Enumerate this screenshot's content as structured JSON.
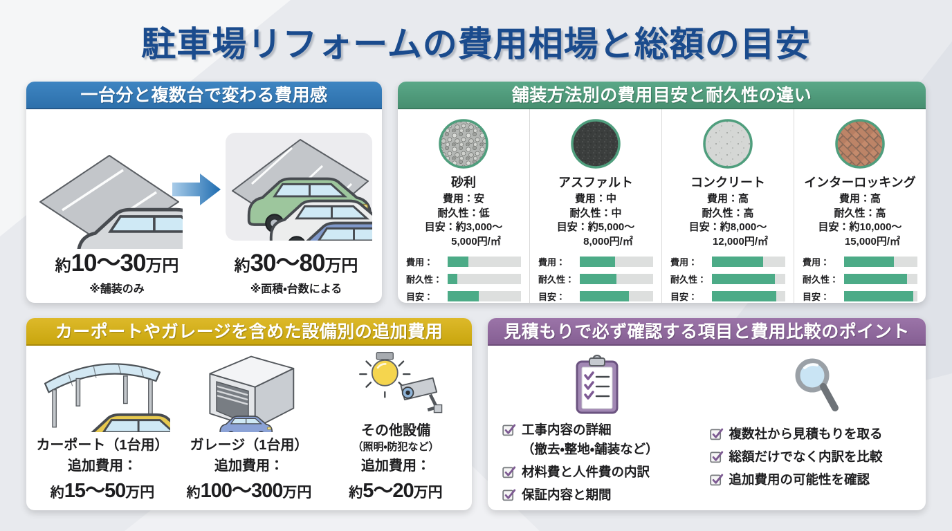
{
  "title": "駐車場リフォームの費用相場と総額の目安",
  "colors": {
    "title_text": "#1a4b8d",
    "panel_cost_header": "#2f77b5",
    "panel_paving_header": "#4f9e7d",
    "panel_equipment_header": "#d2ae17",
    "panel_estimate_header": "#90689d",
    "bar_fill": "#4cab87",
    "bar_track": "#dddfde",
    "checkmark": "#7d5a92",
    "arrow_blue": "#1e6cb0"
  },
  "panels": {
    "cost_by_count": {
      "header": "一台分と複数台で変わる費用感",
      "single": {
        "approx": "約",
        "range": "10〜30",
        "unit": "万円",
        "note": "※舗装のみ"
      },
      "multiple": {
        "approx": "約",
        "range": "30〜80",
        "unit": "万円",
        "note": "※面積・台数による"
      }
    },
    "paving": {
      "header": "舗装方法別の費用目安と耐久性の違い",
      "bar_labels": {
        "cost": "費用：",
        "durability": "耐久性：",
        "guide": "目安："
      },
      "types": [
        {
          "name": "砂利",
          "cost": "費用：安",
          "durability": "耐久性：低",
          "guide1": "目安：約3,000〜",
          "guide2": "5,000円/㎡",
          "bars": {
            "cost": 28,
            "durability": 13,
            "guide": 42
          }
        },
        {
          "name": "アスファルト",
          "cost": "費用：中",
          "durability": "耐久性：中",
          "guide1": "目安：約5,000〜",
          "guide2": "8,000円/㎡",
          "bars": {
            "cost": 48,
            "durability": 50,
            "guide": 67
          }
        },
        {
          "name": "コンクリート",
          "cost": "費用：高",
          "durability": "耐久性：高",
          "guide1": "目安：約8,000〜",
          "guide2": "12,000円/㎡",
          "bars": {
            "cost": 70,
            "durability": 86,
            "guide": 88
          }
        },
        {
          "name": "インターロッキング",
          "cost": "費用：高",
          "durability": "耐久性：高",
          "guide1": "目安：約10,000〜",
          "guide2": "15,000円/㎡",
          "bars": {
            "cost": 68,
            "durability": 86,
            "guide": 94
          }
        }
      ]
    },
    "equipment": {
      "header": "カーポートやガレージを含めた設備別の追加費用",
      "fee_label": "追加費用：",
      "items": [
        {
          "name": "カーポート（1台用）",
          "approx": "約",
          "range": "15〜50",
          "unit": "万円"
        },
        {
          "name": "ガレージ（1台用）",
          "approx": "約",
          "range": "100〜300",
          "unit": "万円"
        },
        {
          "name": "その他設備",
          "sub": "（照明・防犯など）",
          "approx": "約",
          "range": "5〜20",
          "unit": "万円"
        }
      ]
    },
    "estimate": {
      "header": "見積もりで必ず確認する項目と費用比較のポイント",
      "left_items": [
        {
          "line1": "工事内容の詳細",
          "line2": "（撤去・整地・舗装など）"
        },
        {
          "line1": "材料費と人件費の内訳",
          "line2": ""
        },
        {
          "line1": "保証内容と期間",
          "line2": ""
        }
      ],
      "right_items": [
        {
          "line1": "複数社から見積もりを取る"
        },
        {
          "line1": "総額だけでなく内訳を比較"
        },
        {
          "line1": "追加費用の可能性を確認"
        }
      ]
    }
  }
}
